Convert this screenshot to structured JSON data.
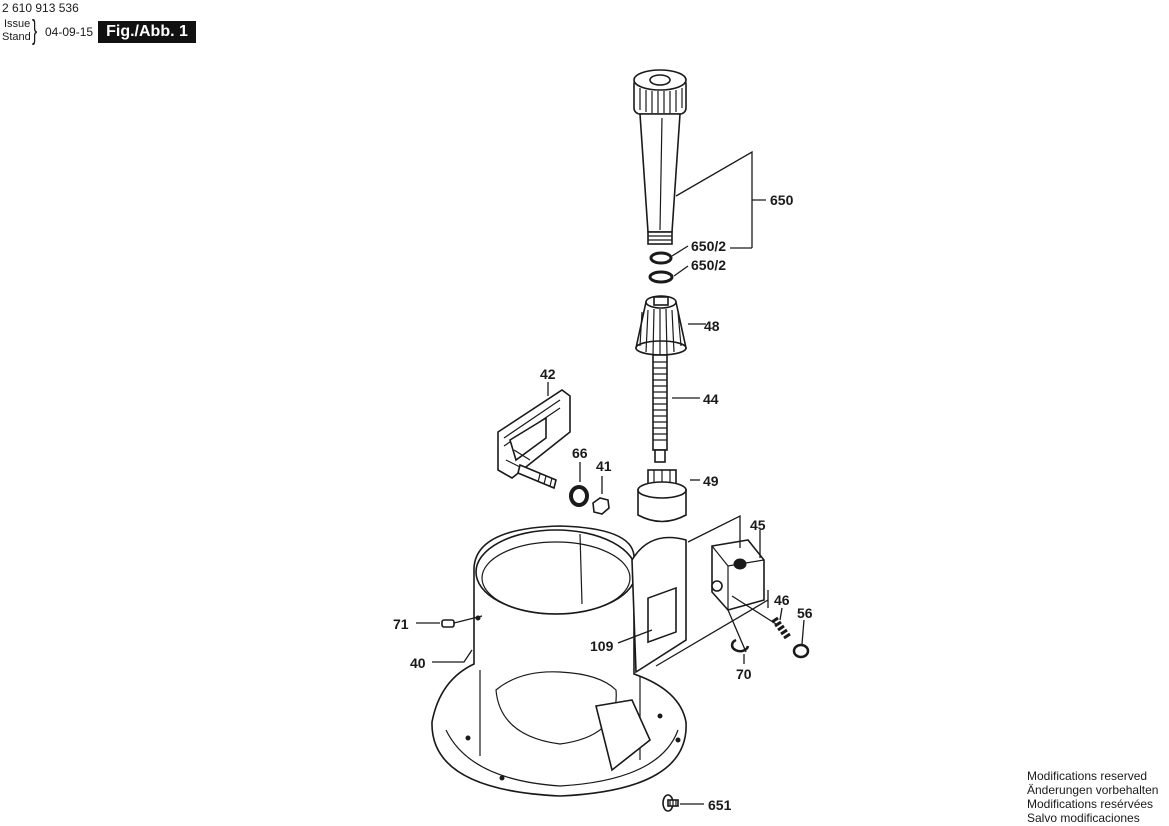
{
  "header": {
    "doc_number": "2 610 913 536",
    "issue_label": "Issue",
    "stand_label": "Stand",
    "issue_date": "04-09-15",
    "figure_label": "Fig./Abb. 1"
  },
  "parts": {
    "p650": "650",
    "p650_2a": "650/2",
    "p650_2b": "650/2",
    "p48": "48",
    "p42": "42",
    "p44": "44",
    "p66": "66",
    "p41": "41",
    "p49": "49",
    "p45": "45",
    "p71": "71",
    "p109": "109",
    "p46": "46",
    "p56": "56",
    "p40": "40",
    "p70": "70",
    "p651": "651"
  },
  "footer": {
    "line1": "Modifications reserved",
    "line2": "Änderungen vorbehalten",
    "line3": "Modifications resérvées",
    "line4": "Salvo modificaciones"
  }
}
